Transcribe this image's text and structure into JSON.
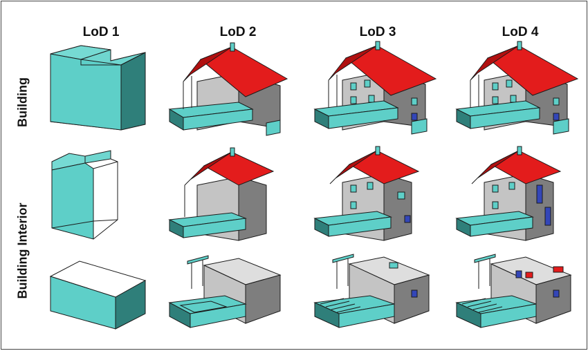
{
  "columns": [
    "LoD 1",
    "LoD 2",
    "LoD 3",
    "LoD 4"
  ],
  "rows": [
    "Building",
    "Building Interior"
  ],
  "colors": {
    "wall_light": "#5ecfc8",
    "wall_dark": "#2f7f7a",
    "wall_grey": "#c4c4c4",
    "wall_grey_dark": "#7e7e7e",
    "roof": "#e31c1c",
    "roof_dark": "#b01010",
    "window": "#3346b8",
    "outline": "#1a1a1a"
  }
}
